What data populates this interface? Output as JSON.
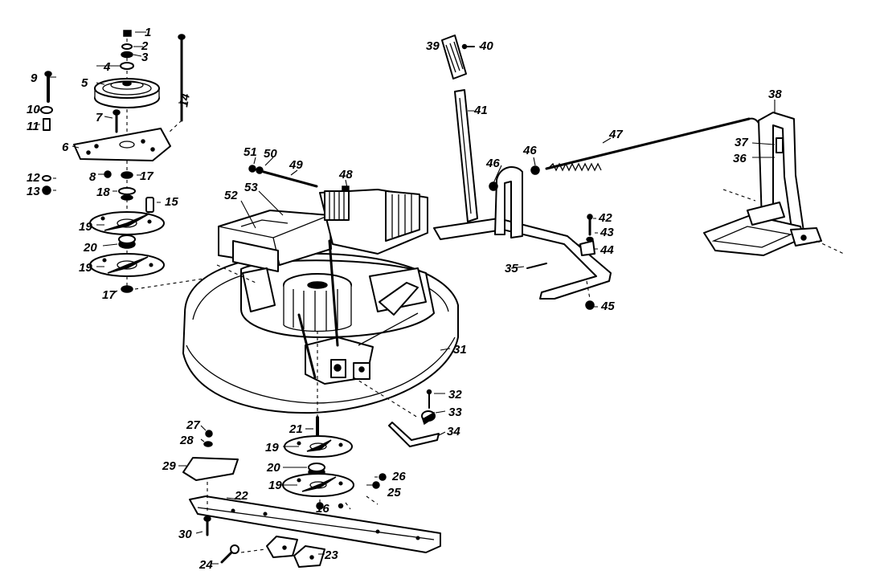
{
  "callouts": [
    {
      "id": "c1",
      "text": "1"
    },
    {
      "id": "c2",
      "text": "2"
    },
    {
      "id": "c3",
      "text": "3"
    },
    {
      "id": "c4",
      "text": "4"
    },
    {
      "id": "c5",
      "text": "5"
    },
    {
      "id": "c6",
      "text": "6"
    },
    {
      "id": "c7",
      "text": "7"
    },
    {
      "id": "c8",
      "text": "8"
    },
    {
      "id": "c9",
      "text": "9"
    },
    {
      "id": "c10",
      "text": "10"
    },
    {
      "id": "c11",
      "text": "11"
    },
    {
      "id": "c12",
      "text": "12"
    },
    {
      "id": "c13",
      "text": "13"
    },
    {
      "id": "c14",
      "text": "14"
    },
    {
      "id": "c15",
      "text": "15"
    },
    {
      "id": "c16",
      "text": "16"
    },
    {
      "id": "c17a",
      "text": "17"
    },
    {
      "id": "c17b",
      "text": "17"
    },
    {
      "id": "c18",
      "text": "18"
    },
    {
      "id": "c19a",
      "text": "19"
    },
    {
      "id": "c19b",
      "text": "19"
    },
    {
      "id": "c19c",
      "text": "19"
    },
    {
      "id": "c19d",
      "text": "19"
    },
    {
      "id": "c20a",
      "text": "20"
    },
    {
      "id": "c20b",
      "text": "20"
    },
    {
      "id": "c21",
      "text": "21"
    },
    {
      "id": "c22",
      "text": "22"
    },
    {
      "id": "c23",
      "text": "23"
    },
    {
      "id": "c24",
      "text": "24"
    },
    {
      "id": "c25",
      "text": "25"
    },
    {
      "id": "c26",
      "text": "26"
    },
    {
      "id": "c27",
      "text": "27"
    },
    {
      "id": "c28",
      "text": "28"
    },
    {
      "id": "c29",
      "text": "29"
    },
    {
      "id": "c30",
      "text": "30"
    },
    {
      "id": "c31",
      "text": "31"
    },
    {
      "id": "c32",
      "text": "32"
    },
    {
      "id": "c33",
      "text": "33"
    },
    {
      "id": "c34",
      "text": "34"
    },
    {
      "id": "c35",
      "text": "35"
    },
    {
      "id": "c36",
      "text": "36"
    },
    {
      "id": "c37",
      "text": "37"
    },
    {
      "id": "c38",
      "text": "38"
    },
    {
      "id": "c39",
      "text": "39"
    },
    {
      "id": "c40",
      "text": "40"
    },
    {
      "id": "c41",
      "text": "41"
    },
    {
      "id": "c42",
      "text": "42"
    },
    {
      "id": "c43",
      "text": "43"
    },
    {
      "id": "c44",
      "text": "44"
    },
    {
      "id": "c45",
      "text": "45"
    },
    {
      "id": "c46a",
      "text": "46"
    },
    {
      "id": "c46b",
      "text": "46"
    },
    {
      "id": "c47",
      "text": "47"
    },
    {
      "id": "c48",
      "text": "48"
    },
    {
      "id": "c49",
      "text": "49"
    },
    {
      "id": "c50",
      "text": "50"
    },
    {
      "id": "c51",
      "text": "51"
    },
    {
      "id": "c52",
      "text": "52"
    },
    {
      "id": "c53",
      "text": "53"
    }
  ],
  "colors": {
    "ink": "#000000",
    "paper": "#ffffff"
  }
}
